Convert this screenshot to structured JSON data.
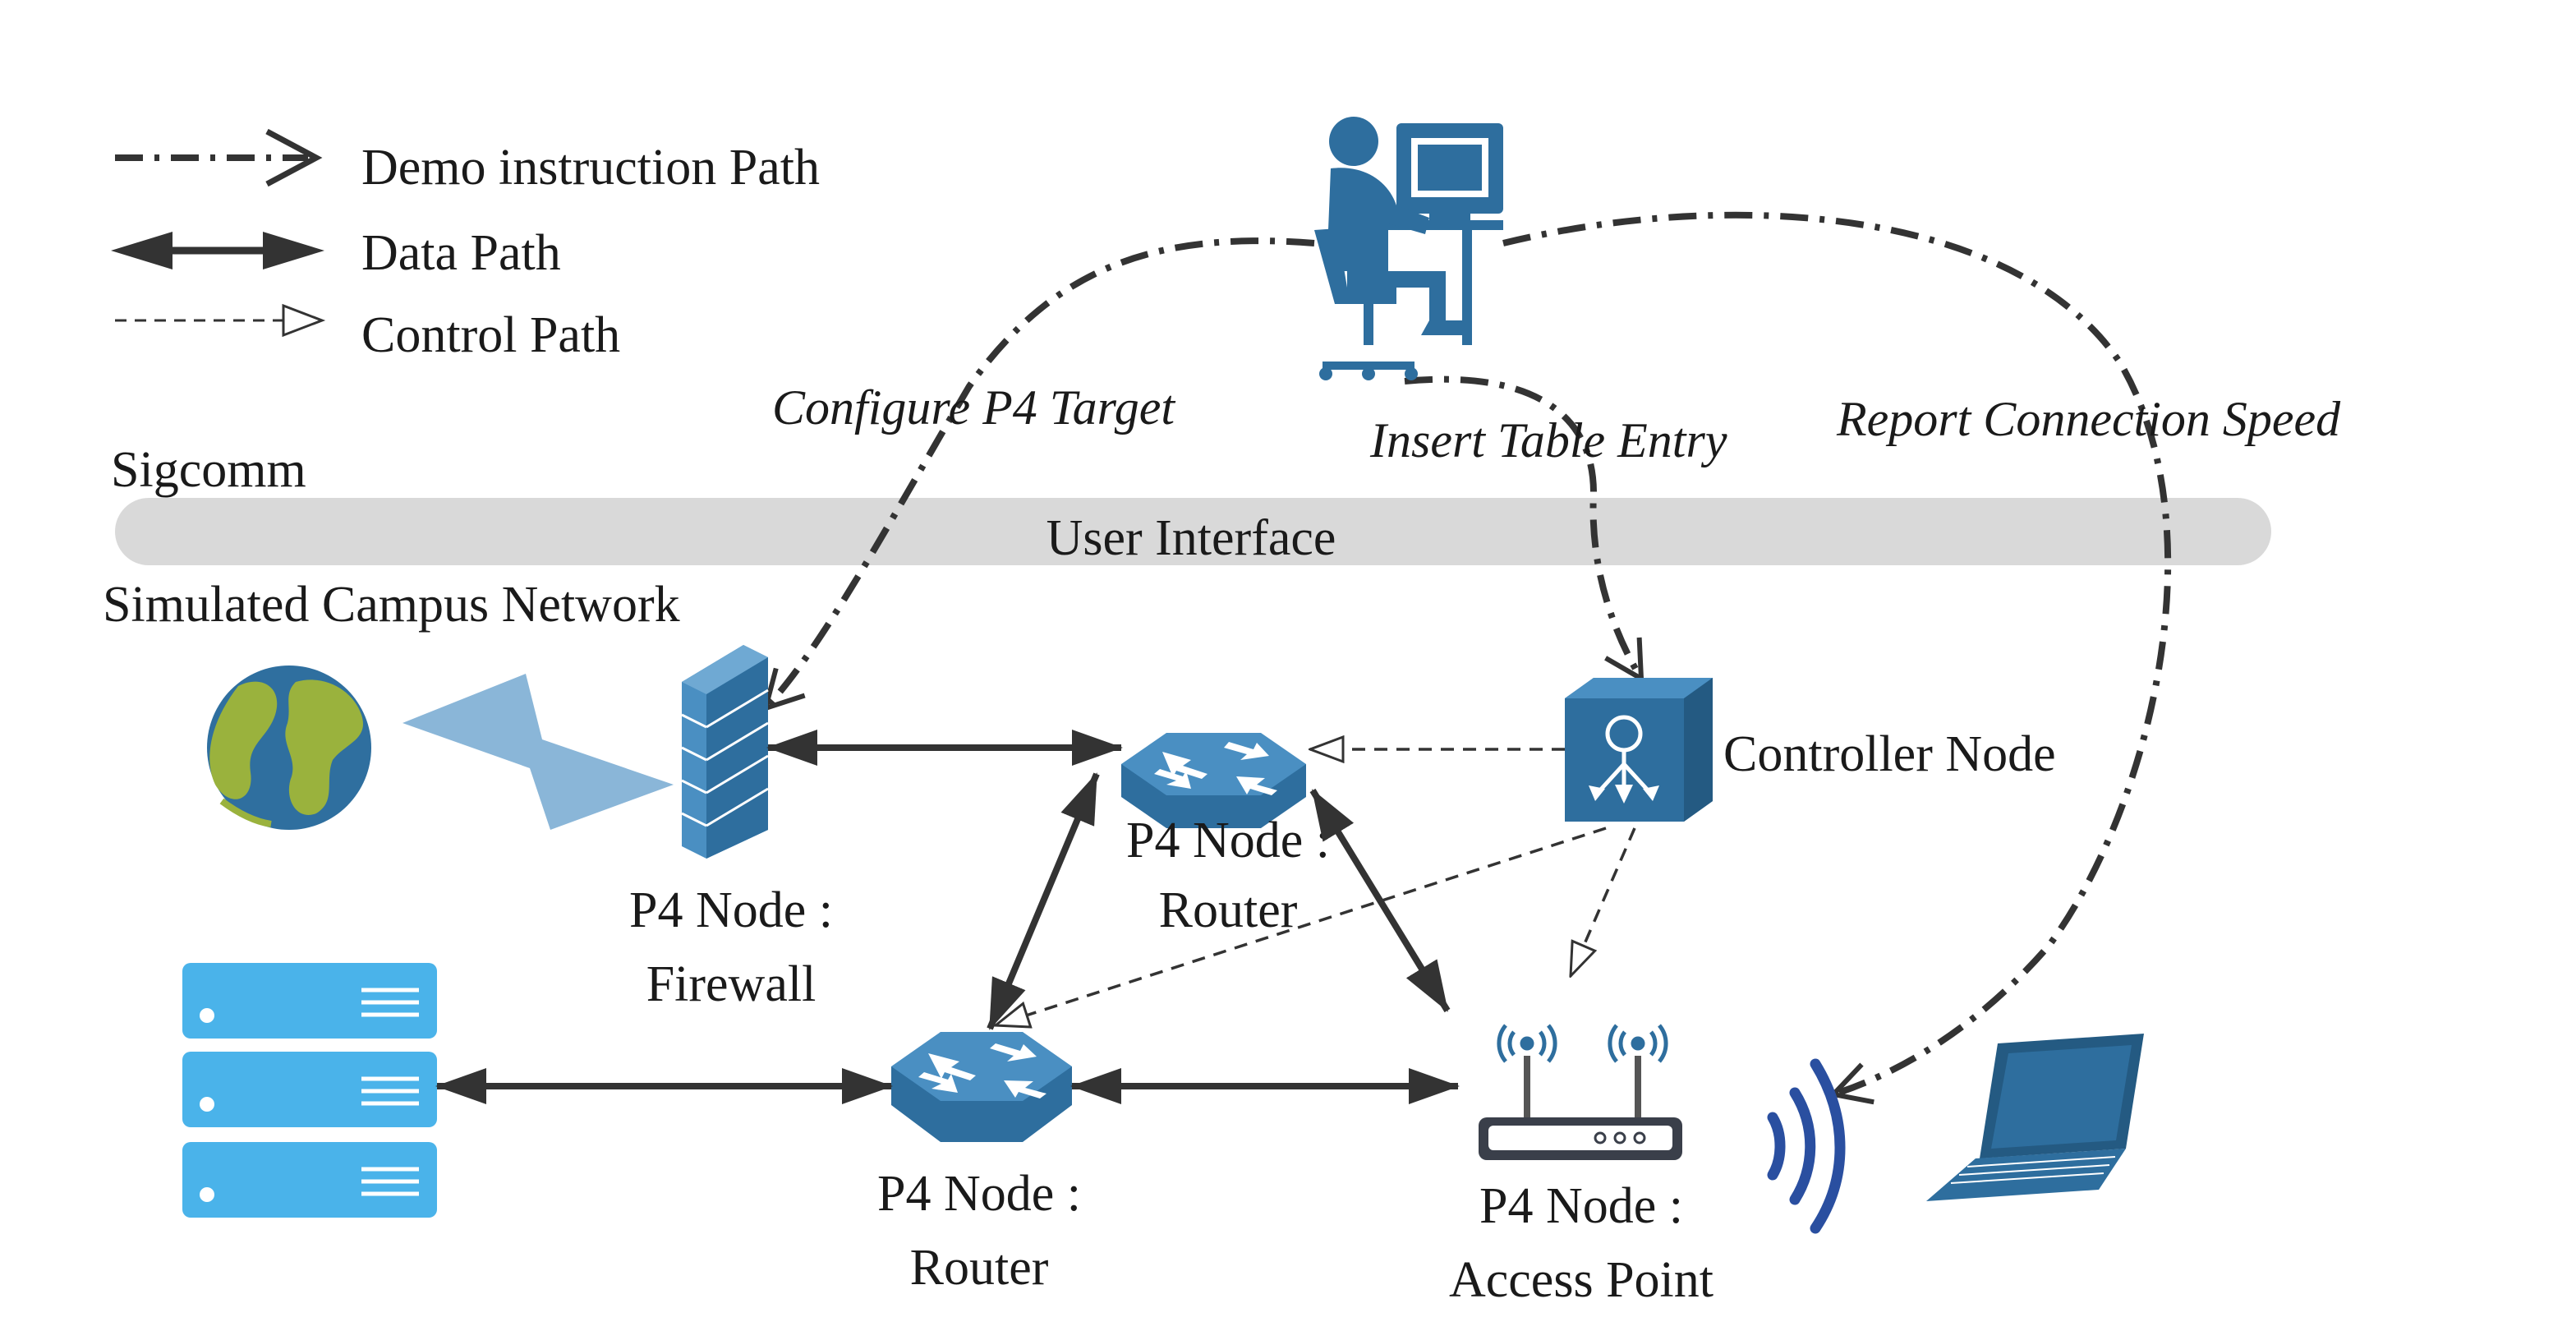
{
  "legend": {
    "demo_instruction_path": "Demo instruction Path",
    "data_path": "Data Path",
    "control_path": "Control Path"
  },
  "sigcomm_label": "Sigcomm",
  "user_interface_label": "User Interface",
  "simulated_network_label": "Simulated Campus Network",
  "annotations": {
    "configure_p4_target": "Configure P4 Target",
    "insert_table_entry": "Insert Table Entry",
    "report_connection_speed": "Report Connection Speed"
  },
  "nodes": {
    "firewall": {
      "line1": "P4 Node :",
      "line2": "Firewall"
    },
    "router_top": {
      "line1": "P4 Node :",
      "line2": "Router"
    },
    "router_bottom": {
      "line1": "P4 Node :",
      "line2": "Router"
    },
    "access_point": {
      "line1": "P4 Node :",
      "line2": "Access Point"
    },
    "controller": {
      "label": "Controller Node"
    }
  },
  "colors": {
    "device_blue": "#2e6e9e",
    "device_light": "#4a8fc2",
    "server_blue": "#4ab3ea",
    "interface_gray": "#d9d9d9",
    "globe_ocean": "#2f6f9f",
    "globe_land": "#9ab23d",
    "arrow": "#333333"
  }
}
